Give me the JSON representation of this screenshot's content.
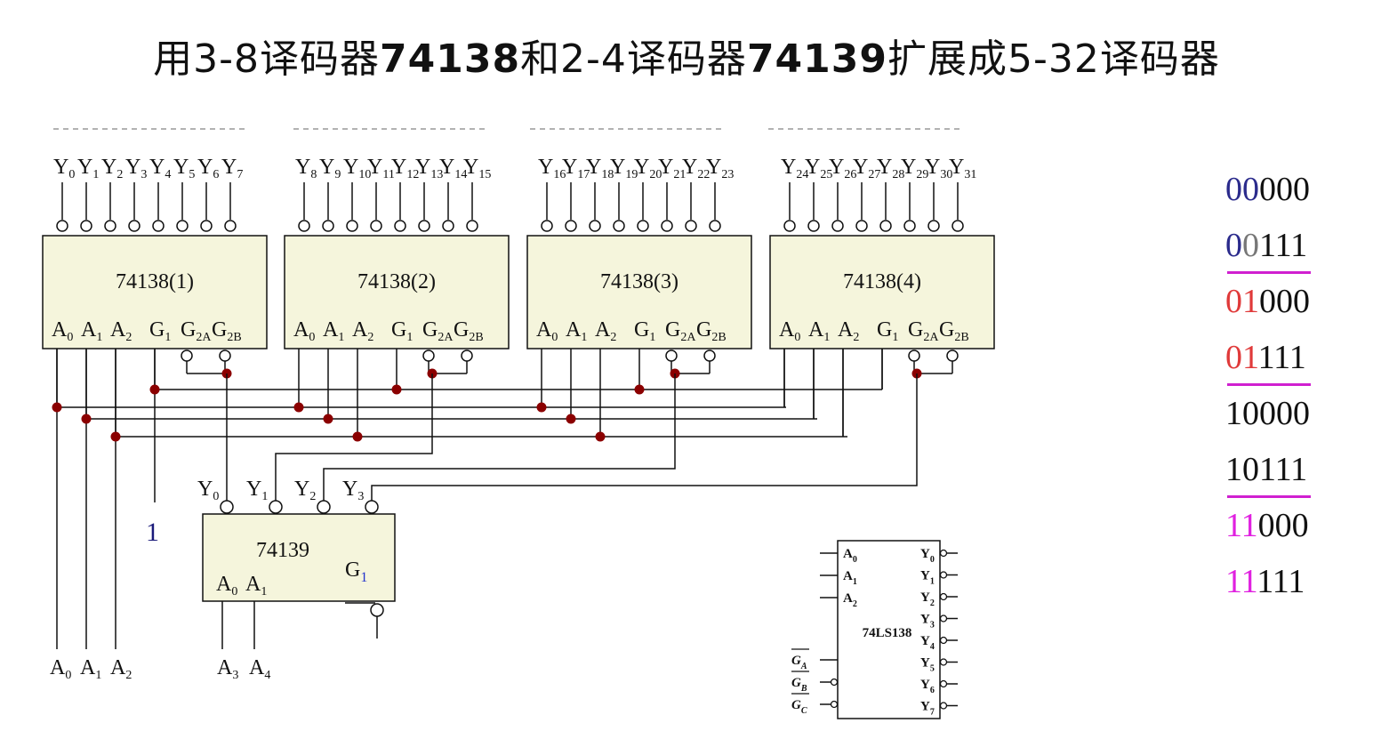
{
  "title": {
    "parts": [
      {
        "text": "用3-8译码器",
        "bold": false
      },
      {
        "text": "74138",
        "bold": true
      },
      {
        "text": "和2-4译码器",
        "bold": false
      },
      {
        "text": "74139",
        "bold": true
      },
      {
        "text": "扩展成5-32译码器",
        "bold": false
      }
    ]
  },
  "chips": [
    {
      "label": "74138(1)",
      "outputs": [
        "0",
        "1",
        "2",
        "3",
        "4",
        "5",
        "6",
        "7"
      ]
    },
    {
      "label": "74138(2)",
      "outputs": [
        "8",
        "9",
        "10",
        "11",
        "12",
        "13",
        "14",
        "15"
      ]
    },
    {
      "label": "74138(3)",
      "outputs": [
        "16",
        "17",
        "18",
        "19",
        "20",
        "21",
        "22",
        "23"
      ]
    },
    {
      "label": "74138(4)",
      "outputs": [
        "24",
        "25",
        "26",
        "27",
        "28",
        "29",
        "30",
        "31"
      ]
    }
  ],
  "pin_labels": {
    "output_letter": "Y",
    "inputs": [
      {
        "letter": "A",
        "sub": "0"
      },
      {
        "letter": "A",
        "sub": "1"
      },
      {
        "letter": "A",
        "sub": "2"
      },
      {
        "letter": "G",
        "sub": "1"
      },
      {
        "letter": "G",
        "sub": "2A"
      },
      {
        "letter": "G",
        "sub": "2B"
      }
    ]
  },
  "decoder_74139": {
    "label": "74139",
    "outputs": [
      "0",
      "1",
      "2",
      "3"
    ],
    "inputs": [
      {
        "letter": "A",
        "sub": "0"
      },
      {
        "letter": "A",
        "sub": "1"
      }
    ],
    "enable": {
      "letter": "G",
      "sub": "1"
    }
  },
  "constant_one": "1",
  "bottom_inputs": [
    {
      "letter": "A",
      "sub": "0"
    },
    {
      "letter": "A",
      "sub": "1"
    },
    {
      "letter": "A",
      "sub": "2"
    },
    {
      "letter": "A",
      "sub": "3"
    },
    {
      "letter": "A",
      "sub": "4"
    }
  ],
  "ls138": {
    "label": "74LS138",
    "inputs": [
      {
        "letter": "A",
        "sub": "0"
      },
      {
        "letter": "A",
        "sub": "1"
      },
      {
        "letter": "A",
        "sub": "2"
      }
    ],
    "enables": [
      {
        "letter": "G",
        "sub": "A"
      },
      {
        "letter": "G",
        "sub": "B"
      },
      {
        "letter": "G",
        "sub": "C"
      }
    ],
    "outputs": [
      "0",
      "1",
      "2",
      "3",
      "4",
      "5",
      "6",
      "7"
    ]
  },
  "codes": [
    {
      "prefix": "00",
      "rest": "000",
      "color": "#2b2b8c",
      "underline": null
    },
    {
      "prefix": "0",
      "mid": "0",
      "rest": "111",
      "color": "#2b2b8c",
      "underline": "#d020d0"
    },
    {
      "prefix": "01",
      "rest": "000",
      "color": "#e03a3a",
      "underline": null
    },
    {
      "prefix": "01",
      "rest": "111",
      "color": "#e03a3a",
      "underline": "#d020d0"
    },
    {
      "prefix": "",
      "rest": "10000",
      "color": "#111111",
      "underline": null
    },
    {
      "prefix": "",
      "rest": "10111",
      "color": "#111111",
      "underline": "#d020d0"
    },
    {
      "prefix": "11",
      "rest": "000",
      "color": "#e020e0",
      "underline": null
    },
    {
      "prefix": "11",
      "rest": "111",
      "color": "#e020e0",
      "underline": null
    }
  ],
  "colors": {
    "chip_fill": "#f5f5dc",
    "junction": "#8b0000",
    "wire": "#111111",
    "one_label": "#1a1a7a"
  }
}
